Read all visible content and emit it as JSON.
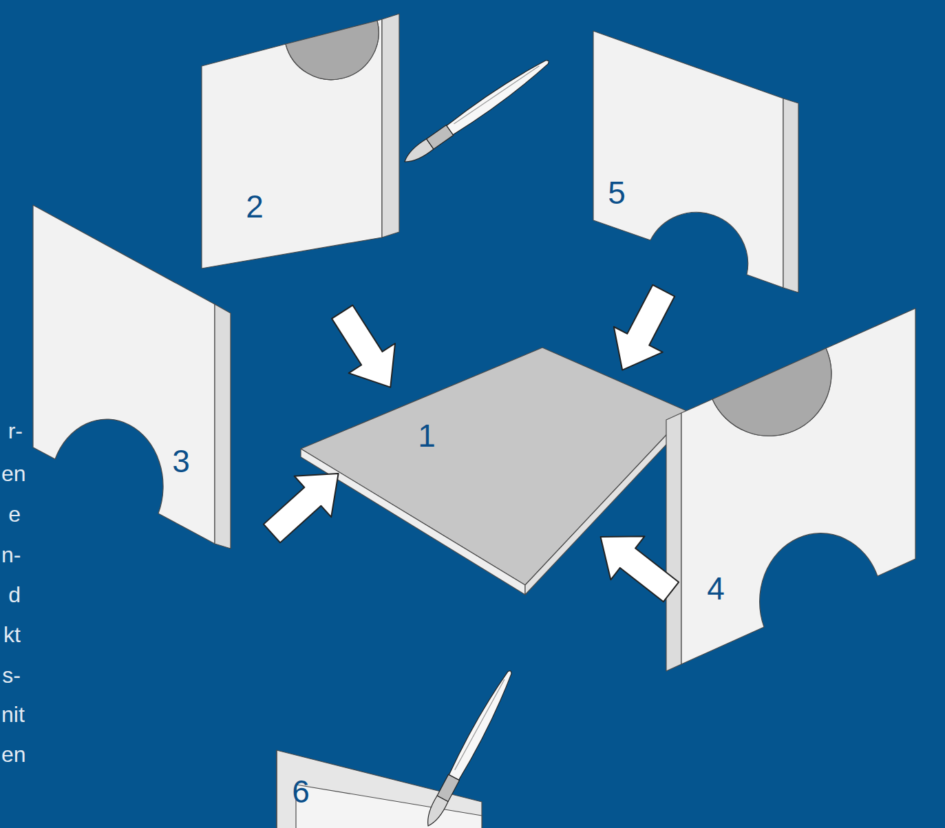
{
  "diagram": {
    "labels": [
      "r-",
      "en",
      "e",
      "n-",
      "d",
      "kt",
      "s-",
      "nit",
      "en",
      "2",
      "5",
      "1",
      "3",
      "4",
      "6"
    ]
  }
}
